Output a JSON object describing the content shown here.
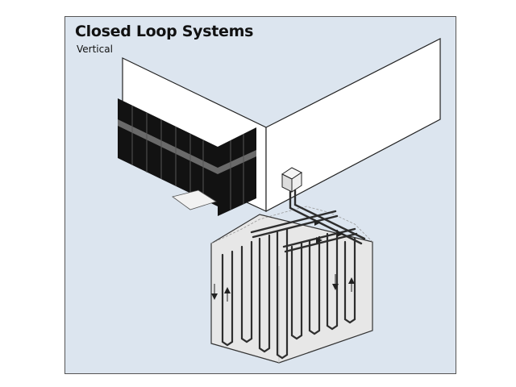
{
  "header": {
    "title": "Closed Loop Systems",
    "subtitle": "Vertical"
  },
  "colors": {
    "panel_background": "#dce5ef",
    "building_wall": "#ffffff",
    "windows": "#111111",
    "pipe": "#333333",
    "outline": "#222222"
  },
  "loops": {
    "count": 8,
    "flow_direction_icons": [
      "arrow-up-icon",
      "arrow-down-icon"
    ]
  }
}
